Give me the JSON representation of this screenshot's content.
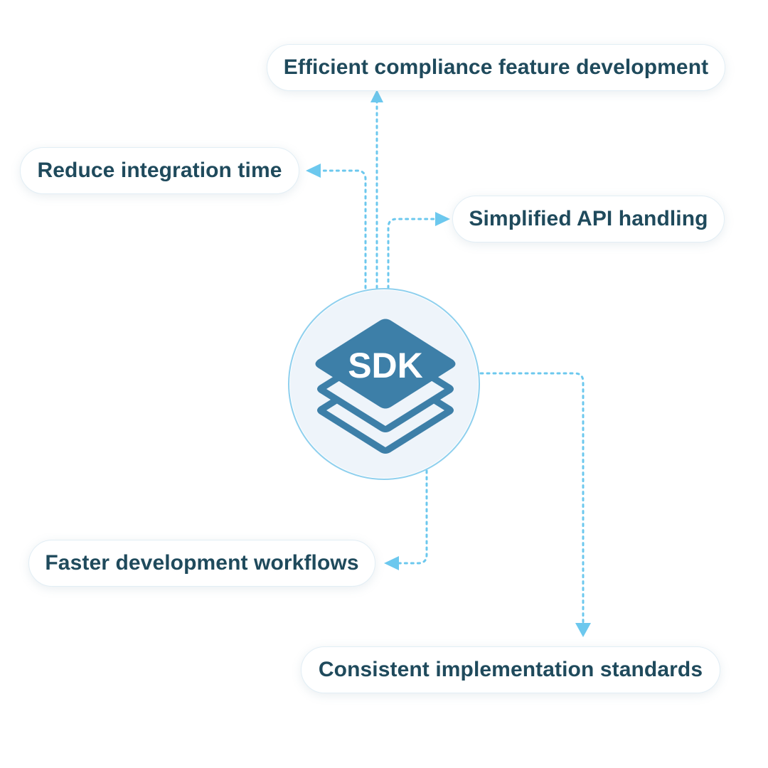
{
  "diagram": {
    "center": {
      "label": "SDK",
      "icon": "layered-stack-icon"
    },
    "benefits": [
      {
        "id": "efficient",
        "label": "Efficient compliance feature development"
      },
      {
        "id": "reduce",
        "label": "Reduce integration time"
      },
      {
        "id": "simplified",
        "label": "Simplified API handling"
      },
      {
        "id": "faster",
        "label": "Faster development workflows"
      },
      {
        "id": "consistent",
        "label": "Consistent implementation standards"
      }
    ]
  },
  "colors": {
    "text": "#1f4a5c",
    "icon": "#3d7fa8",
    "connector": "#6cc8ee",
    "hub_fill": "#eef4fa",
    "hub_border": "#8fd0ee"
  }
}
